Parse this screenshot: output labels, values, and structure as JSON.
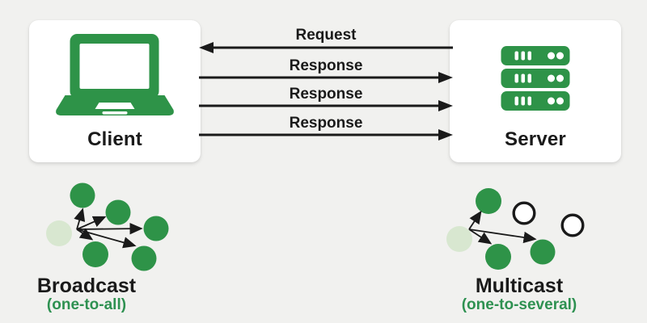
{
  "colors": {
    "green": "#2e9348",
    "light_green": "#d8e7d0",
    "bg": "#f1f1ef",
    "card": "#ffffff",
    "ink": "#1a1a1a",
    "caption_green": "#2e9151"
  },
  "client": {
    "label": "Client"
  },
  "server": {
    "label": "Server"
  },
  "exchange": {
    "request_label": "Request",
    "response_labels": [
      "Response",
      "Response",
      "Response"
    ]
  },
  "broadcast": {
    "title": "Broadcast",
    "subtitle": "(one-to-all)",
    "source_nodes": 1,
    "receiver_nodes_filled": 5,
    "receiver_nodes_unfilled": 0
  },
  "multicast": {
    "title": "Multicast",
    "subtitle": "(one-to-several)",
    "source_nodes": 1,
    "receiver_nodes_filled": 3,
    "receiver_nodes_unfilled": 2
  }
}
